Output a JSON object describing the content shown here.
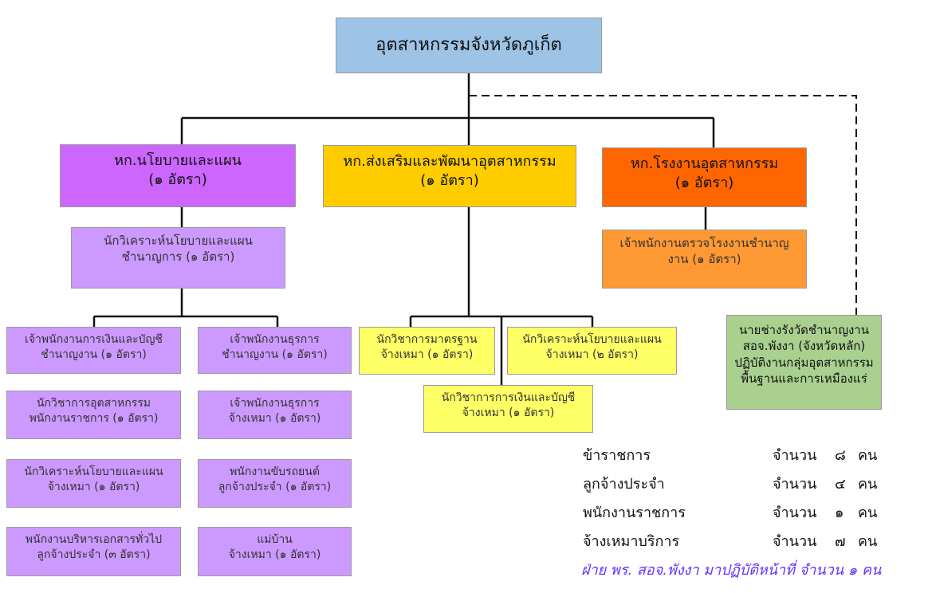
{
  "root": {
    "title": "อุตสาหกรรมจังหวัดภูเก็ต",
    "color": "#9DC3E6"
  },
  "groups": [
    {
      "name": "หก.นโยบายและแผน",
      "count": "(๑ อัตรา)",
      "color": "#CC66FF"
    },
    {
      "name": "หก.ส่งเสริมและพัฒนาอุตสาหกรรม",
      "count": "(๑ อัตรา)",
      "color": "#FFCC00"
    },
    {
      "name": "หก.โรงงานอุตสาหกรรม",
      "count": "(๑ อัตรา)",
      "color": "#FF6600"
    }
  ],
  "policy": {
    "lead": [
      "นักวิเคราะห์นโยบายและแผน",
      "ชำนาญการ (๑ อัตรา)"
    ],
    "left": [
      [
        "เจ้าพนักงานการเงินและบัญชี",
        "ชำนาญงาน (๑ อัตรา)"
      ],
      [
        "นักวิชาการอุตสาหกรรม",
        "พนักงานราชการ (๑ อัตรา)"
      ],
      [
        "นักวิเคราะห์นโยบายและแผน",
        "จ้างเหมา (๑ อัตรา)"
      ],
      [
        "พนักงานบริหารเอกสารทั่วไป",
        "ลูกจ้างประจำ (๓ อัตรา)"
      ]
    ],
    "right": [
      [
        "เจ้าพนักงานธุรการ",
        "ชำนาญงาน (๑ อัตรา)"
      ],
      [
        "เจ้าพนักงานธุรการ",
        "จ้างเหมา (๑ อัตรา)"
      ],
      [
        "พนักงานขับรถยนต์",
        "ลูกจ้างประจำ (๑ อัตรา)"
      ],
      [
        "แม่บ้าน",
        "จ้างเหมา (๑ อัตรา)"
      ]
    ],
    "color": "#CC99FF"
  },
  "promotion": {
    "items": [
      [
        "นักวิชาการมาตรฐาน",
        "จ้างเหมา (๑ อัตรา)"
      ],
      [
        "นักวิเคราะห์นโยบายและแผน",
        "จ้างเหมา (๒ อัตรา)"
      ],
      [
        "นักวิชาการการเงินและบัญชี",
        "จ้างเหมา (๑ อัตรา)"
      ]
    ],
    "color": "#FFFF66"
  },
  "factory": {
    "item": [
      "เจ้าพนักงานตรวจโรงงานชำนาญ",
      "งาน (๑ อัตรา)"
    ],
    "color": "#FF9933"
  },
  "external": {
    "lines": [
      "นายช่างรังวัดชำนาญงาน",
      "สอจ.พังงา (จังหวัดหลัก)",
      "ปฏิบัติงานกลุ่มอุตสาหกรรม",
      "พื้นฐานและการเหมืองแร่"
    ],
    "color": "#A9D08E"
  },
  "summary": [
    {
      "label": "ข้าราชการ",
      "word": "จำนวน",
      "num": "๘",
      "unit": "คน"
    },
    {
      "label": "ลูกจ้างประจำ",
      "word": "จำนวน",
      "num": "๔",
      "unit": "คน"
    },
    {
      "label": "พนักงานราชการ",
      "word": "จำนวน",
      "num": "๑",
      "unit": "คน"
    },
    {
      "label": "จ้างเหมาบริการ",
      "word": "จำนวน",
      "num": "๗",
      "unit": "คน"
    }
  ],
  "footnote": "ฝ่าย พร. สอจ.พังงา มาปฏิบัติหน้าที่ จำนวน ๑ คน"
}
